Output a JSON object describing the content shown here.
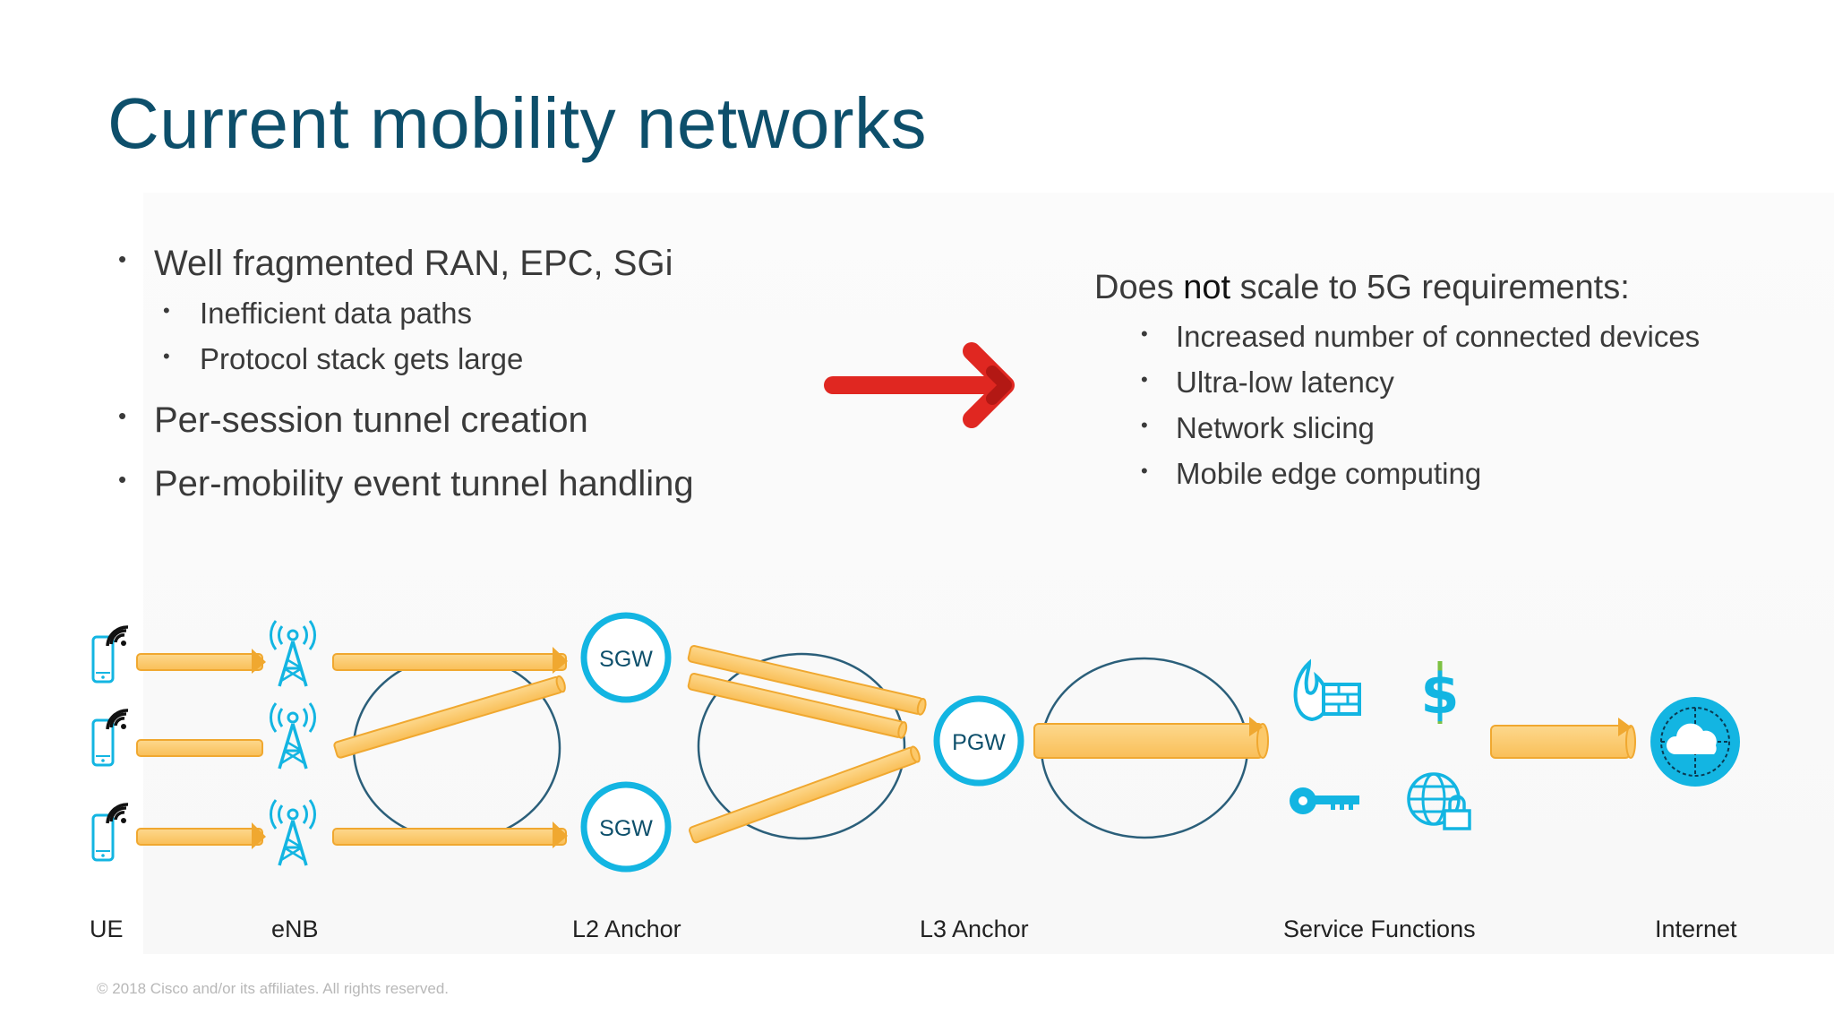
{
  "title": "Current mobility networks",
  "left_bullets": {
    "item1": "Well fragmented RAN, EPC, SGi",
    "item1_sub1": "Inefficient data paths",
    "item1_sub2": "Protocol stack gets large",
    "item2": "Per-session tunnel creation",
    "item3": "Per-mobility event tunnel handling"
  },
  "right_section": {
    "heading_pre": "Does ",
    "heading_bold": "not",
    "heading_post": " scale to 5G requirements:",
    "items": [
      "Increased number of connected devices",
      "Ultra-low latency",
      "Network slicing",
      "Mobile edge computing"
    ]
  },
  "diagram": {
    "nodes": {
      "sgw_top": "SGW",
      "sgw_bottom": "SGW",
      "pgw": "PGW"
    },
    "labels": {
      "ue": "UE",
      "enb": "eNB",
      "l2": "L2 Anchor",
      "l3": "L3 Anchor",
      "sf": "Service Functions",
      "internet": "Internet"
    },
    "icons": [
      "phone-icon",
      "wifi-signal-icon",
      "cell-tower-icon",
      "firewall-icon",
      "dollar-icon",
      "key-icon",
      "globe-lock-icon",
      "cloud-icon"
    ],
    "colors": {
      "tunnel": "#fcc96a",
      "tunnel_edge": "#f0a830",
      "node": "#13b5e2",
      "ellipse": "#2b5f7a",
      "arrow": "#e02721"
    }
  },
  "footer": {
    "copyright": "© 2018  Cisco and/or its affiliates. All rights reserved."
  }
}
